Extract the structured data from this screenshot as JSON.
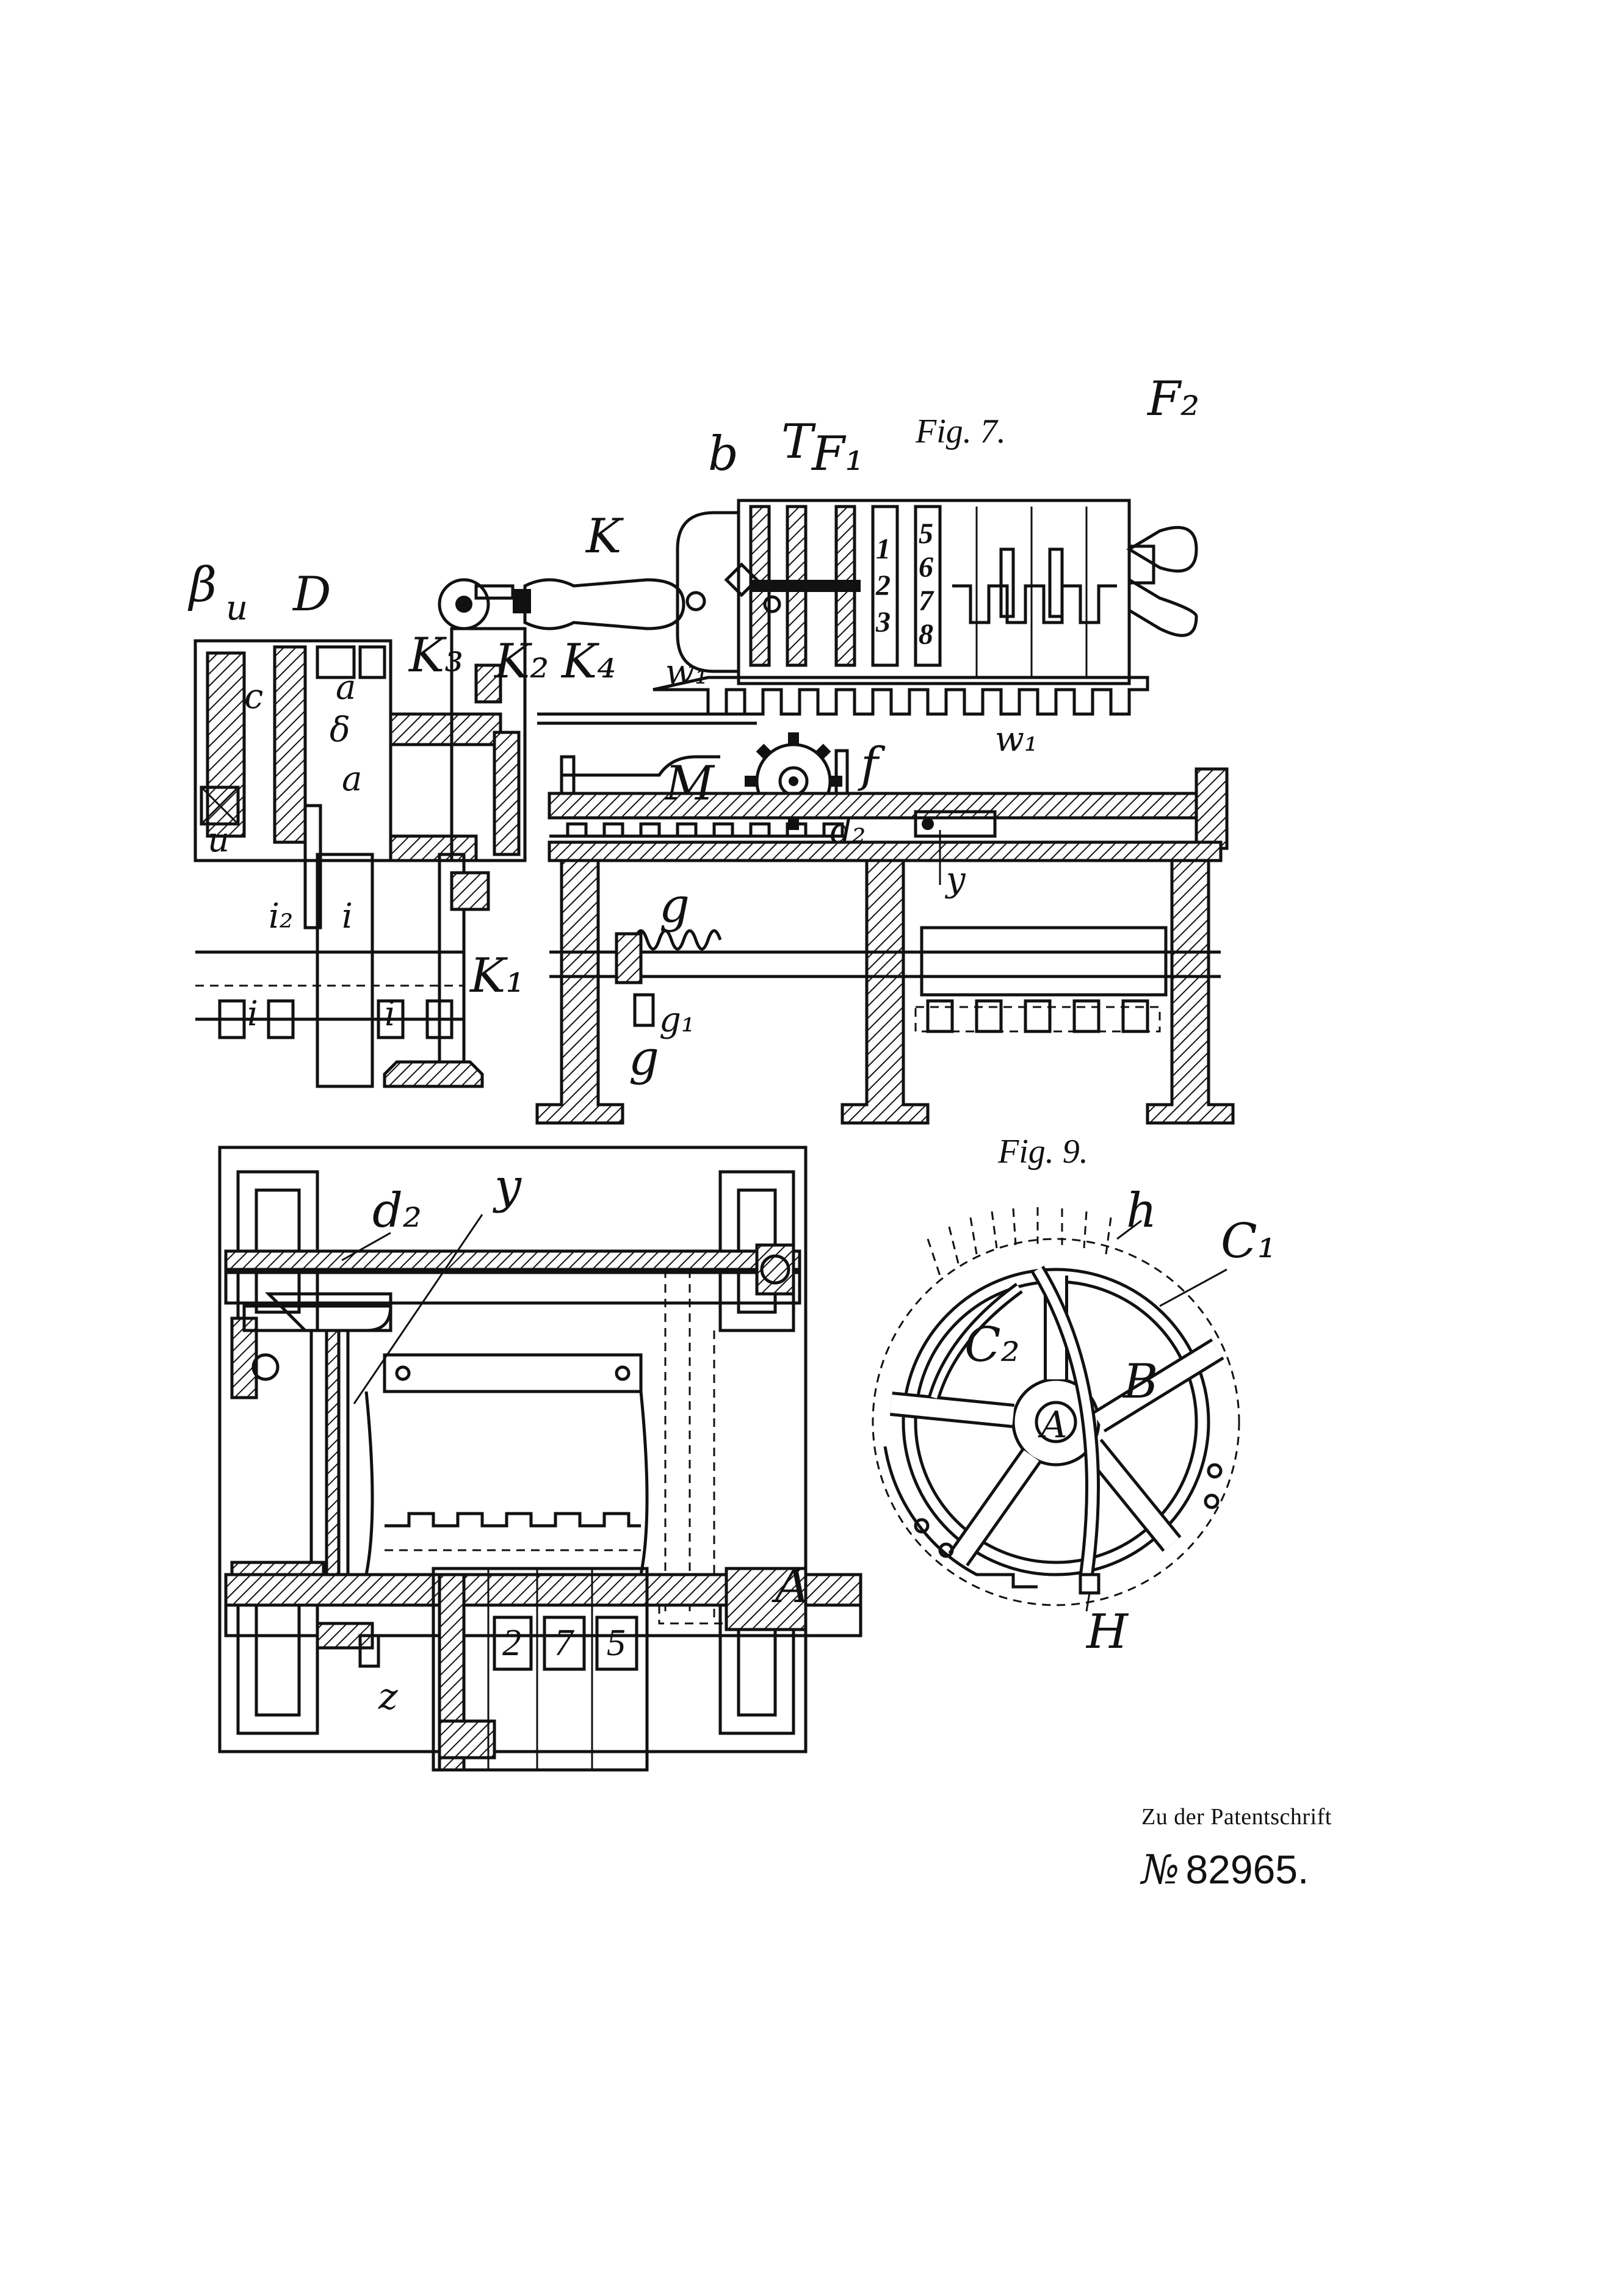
{
  "figures": {
    "fig7": {
      "caption": "Fig. 7."
    },
    "fig9": {
      "caption": "Fig. 9."
    }
  },
  "labels_fig7": {
    "b": "b",
    "T": "T",
    "F1": "F₁",
    "F2": "F₂",
    "K": "K",
    "K1": "K₁",
    "K2": "K₂",
    "K3": "K₃",
    "K4": "K₄",
    "w1a": "w₁",
    "w1b": "w₁",
    "M": "M",
    "f": "f",
    "d2": "d₂",
    "y": "y",
    "g_top": "g",
    "g1": "g₁",
    "g_bot": "g",
    "beta": "β",
    "u_top": "u",
    "u_bot": "u",
    "D": "D",
    "c": "c",
    "a_top": "a",
    "delta": "δ",
    "alpha": "a",
    "i2": "i₂",
    "i": "i",
    "i_low1": "i",
    "i_low2": "i"
  },
  "counter_digits_fig7": [
    "5",
    "6",
    "7",
    "8",
    "1",
    "2",
    "3"
  ],
  "labels_fig8": {
    "d2": "d₂",
    "y": "y",
    "A": "A",
    "z": "z"
  },
  "counter_digits_fig8": [
    "2",
    "7",
    "5"
  ],
  "labels_fig9": {
    "h": "h",
    "C1": "C₁",
    "C2": "C₂",
    "A": "A",
    "B": "B",
    "H": "H"
  },
  "footer": {
    "line": "Zu der Patentschrift",
    "number_prefix": "№",
    "number": "82965."
  }
}
